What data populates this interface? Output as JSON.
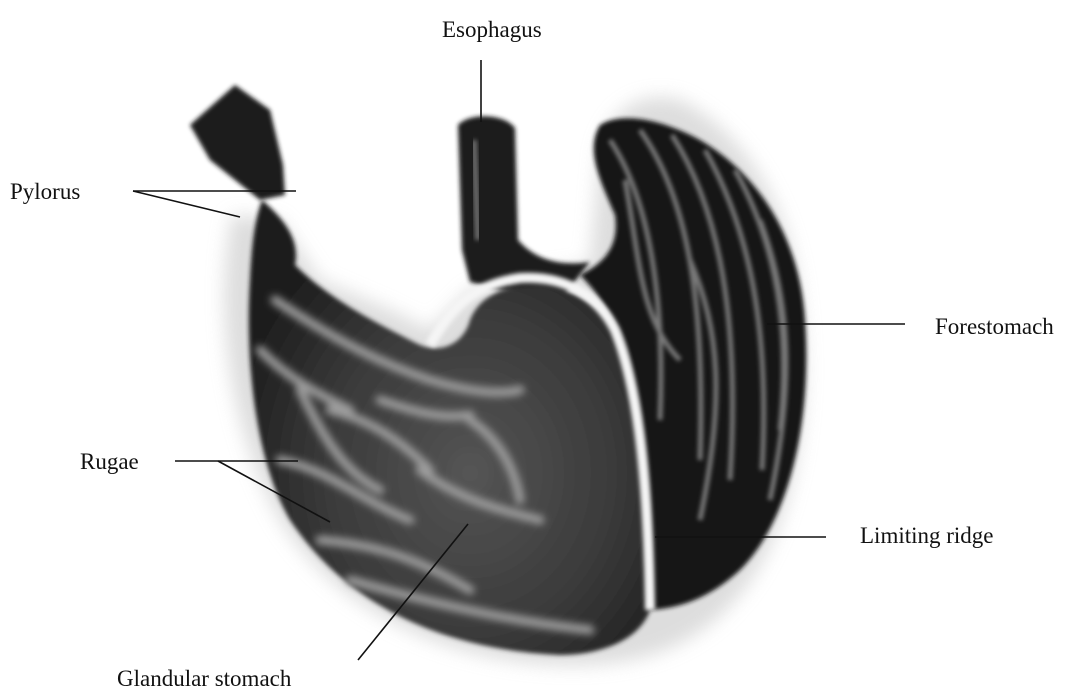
{
  "labels": {
    "esophagus": "Esophagus",
    "pylorus": "Pylorus",
    "forestomach": "Forestomach",
    "rugae": "Rugae",
    "limiting_ridge": "Limiting ridge",
    "glandular_stomach": "Glandular stomach"
  }
}
